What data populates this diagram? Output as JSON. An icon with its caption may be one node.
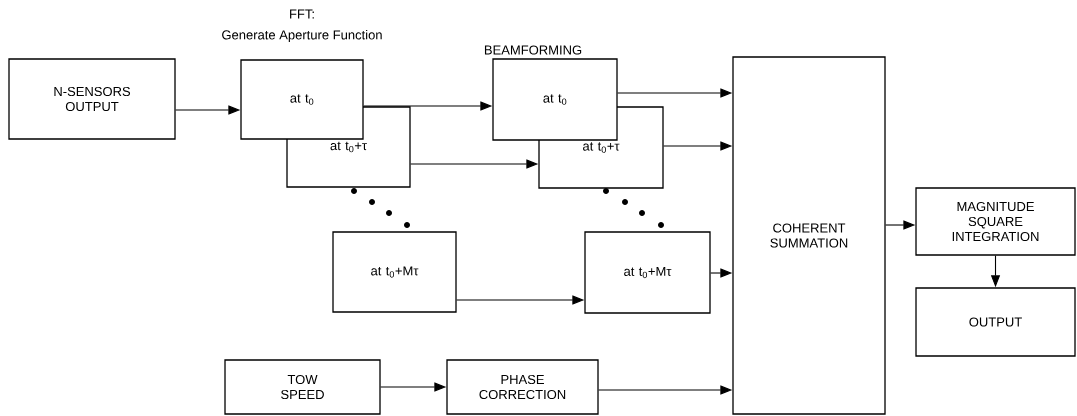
{
  "diagram": {
    "nodes": [
      {
        "text": [
          "N-SENSORS OUTPUT"
        ]
      },
      {
        "text": [
          "at t$_{0}$"
        ]
      },
      {
        "text": [
          "at t$_{0}$+τ"
        ]
      },
      {
        "text": [
          "at t$_{0}$+Mτ"
        ]
      },
      {
        "text": [
          "at t$_{0}$"
        ]
      },
      {
        "text": [
          "at t$_{0}$+τ"
        ]
      },
      {
        "text": [
          "at t$_{0}$+Mτ"
        ]
      },
      {
        "text": [
          "COHERENT SUMMATION"
        ]
      },
      {
        "text": [
          "MAGNITUDE SQUARE INTEGRATION"
        ]
      },
      {
        "text": [
          "OUTPUT"
        ]
      },
      {
        "text": [
          "TOW SPEED"
        ]
      },
      {
        "text": [
          "PHASE CORRECTION"
        ]
      }
    ],
    "edges": [
      {
        "from": 0,
        "to": 1,
        "arrow": "to"
      },
      {
        "from": 1,
        "to": 4,
        "arrow": "to"
      },
      {
        "from": 2,
        "to": 5,
        "arrow": "to"
      },
      {
        "from": 3,
        "to": 6,
        "arrow": "to"
      },
      {
        "from": 4,
        "to": 7,
        "arrow": "to"
      },
      {
        "from": 5,
        "to": 7,
        "arrow": "to"
      },
      {
        "from": 6,
        "to": 7,
        "arrow": "to"
      },
      {
        "from": 10,
        "to": 11,
        "arrow": "to"
      },
      {
        "from": 11,
        "to": 7,
        "arrow": "to"
      },
      {
        "from": 7,
        "to": 8,
        "arrow": "to"
      },
      {
        "from": 8,
        "to": 9,
        "arrow": "to"
      }
    ],
    "labels": [
      "FFT:",
      "Generate Aperture Function",
      "BEAMFORMING"
    ]
  }
}
